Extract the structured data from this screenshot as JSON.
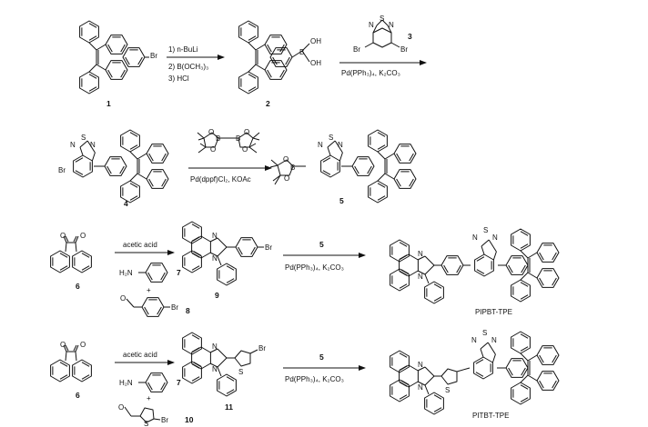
{
  "compounds": {
    "c1": "1",
    "c2": "2",
    "c3": "3",
    "c4": "4",
    "c5": "5",
    "c6a": "6",
    "c7a": "7",
    "c8": "8",
    "c9": "9",
    "c6b": "6",
    "c7b": "7",
    "c10": "10",
    "c11": "11"
  },
  "atoms": {
    "Br": "Br",
    "OH": "OH",
    "B": "B",
    "O": "O",
    "N": "N",
    "S": "S"
  },
  "reagents": {
    "step1_a": "1) n-BuLi",
    "step1_b": "2) B(OCH₃)₃",
    "step1_c": "3) HCl",
    "step2": "Pd(PPh₃)₄, K₂CO₃",
    "step3": "Pd(dppf)Cl₂, KOAc",
    "acetic_acid": "acetic acid",
    "h2n": "H₂N",
    "plus": "+",
    "step5": "Pd(PPh₃)₄, K₂CO₃",
    "step6": "Pd(PPh₃)₄, K₂CO₃"
  },
  "products": {
    "pipbt": "PIPBT-TPE",
    "pitbt": "PITBT-TPE"
  }
}
